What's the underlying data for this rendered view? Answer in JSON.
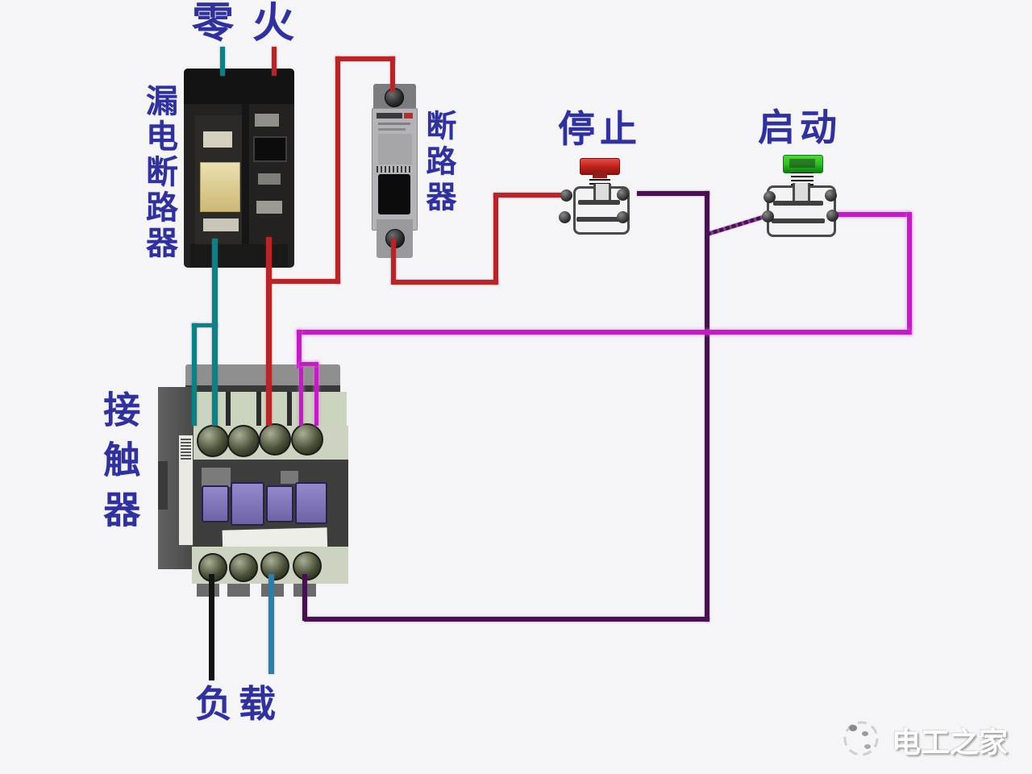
{
  "labels": {
    "neutral": "零",
    "live": "火",
    "leakage_breaker": "漏电断路器",
    "circuit_breaker": "断路器",
    "stop_button": "停止",
    "start_button": "启动",
    "contactor": "接触器",
    "load": "负载"
  },
  "watermark": {
    "text": "电工之家"
  },
  "colors": {
    "background": "#f5f5f7",
    "label_text": "#31319b",
    "wire_neutral_teal": "#0e7f85",
    "wire_live_red": "#b5262b",
    "wire_control_purple": "#47104f",
    "wire_coil_magenta": "#bf1fbf",
    "wire_load_black": "#141414",
    "wire_load_blue": "#2e7ca8",
    "stop_cap_red": "#c0221c",
    "start_cap_green": "#2fbe27"
  }
}
